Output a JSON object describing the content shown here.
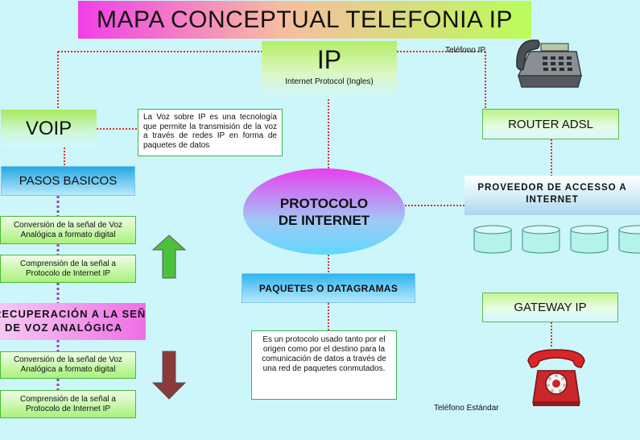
{
  "diagram": {
    "title": "MAPA CONCEPTUAL TELEFONIA IP",
    "ip": {
      "label": "IP",
      "subtitle": "Internet Protocol (Ingles)"
    },
    "telefono_ip_label": "Teléfono  IP",
    "telefono_estandar_label": "Teléfono Estándar",
    "voip": {
      "label": "VOIP",
      "description": "La Voz sobre IP es una tecnología que permite la transmisión de la voz a través de redes IP en forma de paquetes de datos"
    },
    "pasos_basicos": {
      "label": "PASOS BASICOS",
      "steps": [
        "Conversión de la señal de Voz Analógica  a formato digital",
        "Comprensión de la señal a Protocolo de Internet IP"
      ]
    },
    "recuperacion": {
      "label_line1": "RECUPERACIÓN  A LA SEÑAL",
      "label_line2": "DE VOZ ANALÓGICA",
      "steps": [
        "Conversión de la señal de Voz Analógica  a formato digital",
        "Comprensión de la señal a Protocolo de Internet IP"
      ]
    },
    "protocolo": {
      "line1": "PROTOCOLO",
      "line2": "DE INTERNET"
    },
    "paquetes": {
      "label": "PAQUETES O DATAGRAMAS",
      "description": "Es un protocolo usado tanto por el origen como por el destino para la comunicación de datos a través de una red de paquetes conmutados."
    },
    "router": "ROUTER ADSL",
    "proveedor": {
      "line1": "PROVEEDOR DE ACCESSO A",
      "line2": "INTERNET"
    },
    "gateway": "GATEWAY IP",
    "colors": {
      "background": "#cdf6fa",
      "connector": "#e0302a",
      "step_connector": "#a040b0",
      "arrow_up": "#4cc23c",
      "arrow_down": "#8b3a3a"
    }
  }
}
